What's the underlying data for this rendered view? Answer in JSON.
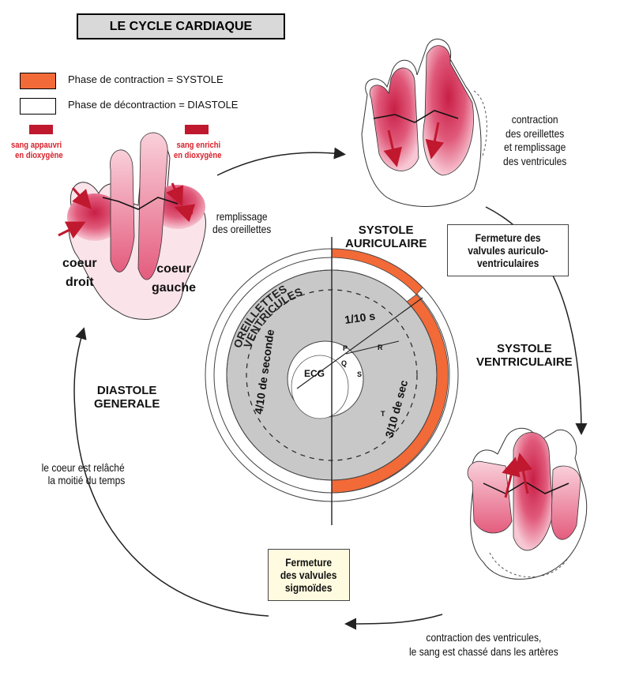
{
  "title": "LE CYCLE CARDIAQUE",
  "legend": [
    {
      "label": "Phase de contraction = SYSTOLE",
      "color": "#f26a38"
    },
    {
      "label": "Phase de décontraction = DIASTOLE",
      "color": "#ffffff"
    }
  ],
  "heart_left": {
    "poor_blood": [
      "sang appauvri",
      "en dioxygène"
    ],
    "rich_blood": [
      "sang enrichi",
      "en dioxygène"
    ],
    "right_heart": [
      "coeur",
      "droit"
    ],
    "left_heart": [
      "coeur",
      "gauche"
    ],
    "filling": [
      "remplissage",
      "des oreillettes"
    ]
  },
  "heart_top_right": {
    "caption": [
      "contraction",
      "des oreillettes",
      "et remplissage",
      "des ventricules"
    ]
  },
  "box_av_valves": [
    "Fermeture des",
    "valvules auriculo-",
    "ventriculaires"
  ],
  "systole_auriculaire": [
    "SYSTOLE",
    "AURICULAIRE"
  ],
  "systole_ventriculaire": [
    "SYSTOLE",
    "VENTRICULAIRE"
  ],
  "diastole_generale": [
    "DIASTOLE",
    "GENERALE"
  ],
  "relax_note": [
    "le coeur est relâché",
    "la moitié du temps"
  ],
  "box_sigmoid": [
    "Fermeture",
    "des valvules",
    "sigmoïdes"
  ],
  "bottom_caption": [
    "contraction des ventricules,",
    "le sang est chassé dans les artères"
  ],
  "dial": {
    "ring_outer": "OREILLETTES",
    "ring_inner": "VENTRICULES",
    "time_atrial": "1/10 s",
    "time_ventricular": "3/10 de sec",
    "time_diastole": "4/10 de seconde",
    "ecg": "ECG",
    "ecg_marks": [
      "P",
      "Q",
      "R",
      "S",
      "T"
    ],
    "systole_color": "#f26a38",
    "ring_gray": "#c8c8c8"
  },
  "colors": {
    "heart_red": "#d42a4e",
    "heart_pink": "#f3a8bb",
    "arrow_red": "#c0182e",
    "legend_red": "#d8202a"
  }
}
